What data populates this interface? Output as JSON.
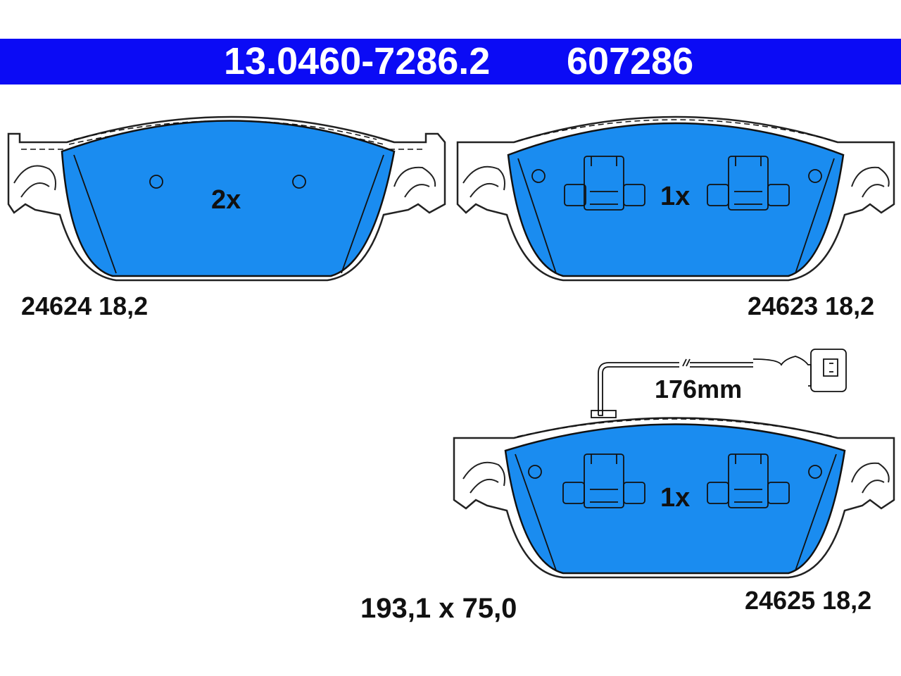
{
  "header": {
    "part_number": "13.0460-7286.2",
    "code": "607286"
  },
  "pads": [
    {
      "id": "24624 18,2",
      "quantity": "2x"
    },
    {
      "id": "24623 18,2",
      "quantity": "1x"
    },
    {
      "id": "24625 18,2",
      "quantity": "1x"
    }
  ],
  "wear_sensor": {
    "length": "176mm"
  },
  "dimensions": "193,1 x 75,0",
  "colors": {
    "header": "#0b0bf5",
    "lining": "#1a8cf0"
  }
}
